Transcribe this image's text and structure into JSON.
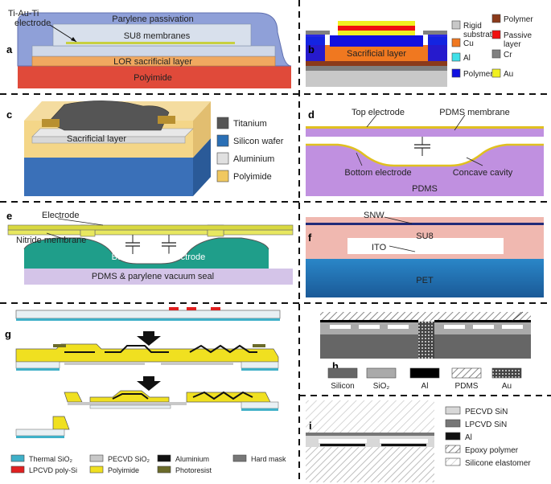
{
  "panel_a": {
    "letter": "a",
    "electrode": "Ti-Au-Ti\nelectrode",
    "passivation": "Parylene passivation",
    "membranes": "SU8 membranes",
    "sacrificial": "LOR sacrificial layer",
    "polyimide": "Polyimide"
  },
  "panel_b": {
    "letter": "b",
    "sacrificial": "Sacrificial layer",
    "legend": [
      {
        "label": "Rigid\nsubstrate",
        "color": "#c8c8c8"
      },
      {
        "label": "Cu",
        "color": "#f07820"
      },
      {
        "label": "Al",
        "color": "#40e0e8"
      },
      {
        "label": "Polymer",
        "color": "#1010e0"
      },
      {
        "label": "Polymer",
        "color": "#8b3a1a"
      },
      {
        "label": "Passive\nlayer",
        "color": "#f01010"
      },
      {
        "label": "Cr",
        "color": "#808080"
      },
      {
        "label": "Au",
        "color": "#f0f020"
      }
    ]
  },
  "panel_c": {
    "letter": "c",
    "sacrificial": "Sacrificial layer",
    "legend": [
      {
        "label": "Titanium",
        "color": "#555555"
      },
      {
        "label": "Silicon wafer",
        "color": "#2a6fb5"
      },
      {
        "label": "Aluminium",
        "color": "#e0e0e0"
      },
      {
        "label": "Polyimide",
        "color": "#f0c860"
      }
    ]
  },
  "panel_d": {
    "letter": "d",
    "top_electrode": "Top electrode",
    "membrane": "PDMS membrane",
    "bottom_electrode": "Bottom electrode",
    "cavity": "Concave cavity",
    "pdms": "PDMS"
  },
  "panel_e": {
    "letter": "e",
    "electrode": "Electrode",
    "nitride": "Nitride membrane",
    "bottom": "Bottom",
    "electrode2": "Electrode",
    "seal": "PDMS & parylene vacuum seal"
  },
  "panel_f": {
    "letter": "f",
    "snw": "SNW",
    "su8": "SU8",
    "ito": "ITO",
    "pet": "PET"
  },
  "panel_g": {
    "letter": "g",
    "legend": [
      {
        "label": "Thermal SiO₂",
        "color": "#3fb0c8"
      },
      {
        "label": "PECVD SiO₂",
        "color": "#c8c8c8"
      },
      {
        "label": "Aluminium",
        "color": "#111111"
      },
      {
        "label": "Hard mask",
        "color": "#777777"
      },
      {
        "label": "LPCVD poly-Si",
        "color": "#e02020"
      },
      {
        "label": "Polyimide",
        "color": "#f0e020"
      },
      {
        "label": "Photoresist",
        "color": "#6b6b2a"
      }
    ]
  },
  "panel_h": {
    "letter": "h",
    "legend": [
      {
        "label": "Silicon",
        "color": "#666666"
      },
      {
        "label": "SiO₂",
        "color": "#aaaaaa"
      },
      {
        "label": "Al",
        "color": "#000000"
      },
      {
        "label": "PDMS",
        "color": "#bbbbbb"
      },
      {
        "label": "Au",
        "color": "#333333"
      }
    ]
  },
  "panel_i": {
    "letter": "i",
    "legend": [
      {
        "label": "PECVD SiN",
        "color": "#d8d8d8"
      },
      {
        "label": "LPCVD SiN",
        "color": "#777777"
      },
      {
        "label": "Al",
        "color": "#111111"
      },
      {
        "label": "Epoxy polymer",
        "color": "#cccccc"
      },
      {
        "label": "Silicone elastomer",
        "color": "#eeeeee"
      }
    ]
  }
}
